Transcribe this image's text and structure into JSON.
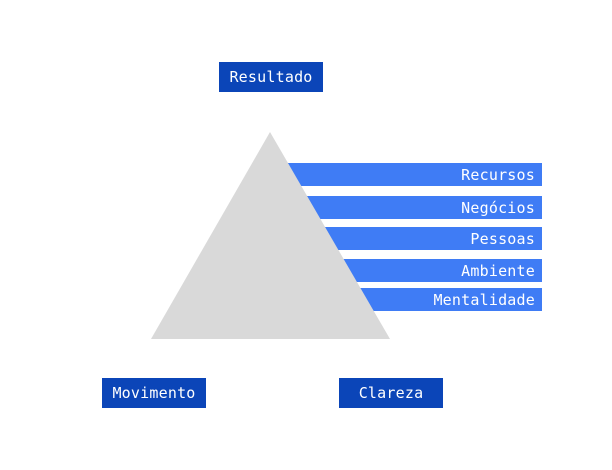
{
  "top_label": "Resultado",
  "bottom_left_label": "Movimento",
  "bottom_right_label": "Clareza",
  "layers": [
    "Recursos",
    "Negócios",
    "Pessoas",
    "Ambiente",
    "Mentalidade"
  ],
  "colors": {
    "triangle": "#d9d9d9",
    "dark_box": "#0b45b8",
    "bar": "#3f7cf5",
    "text": "#ffffff"
  }
}
